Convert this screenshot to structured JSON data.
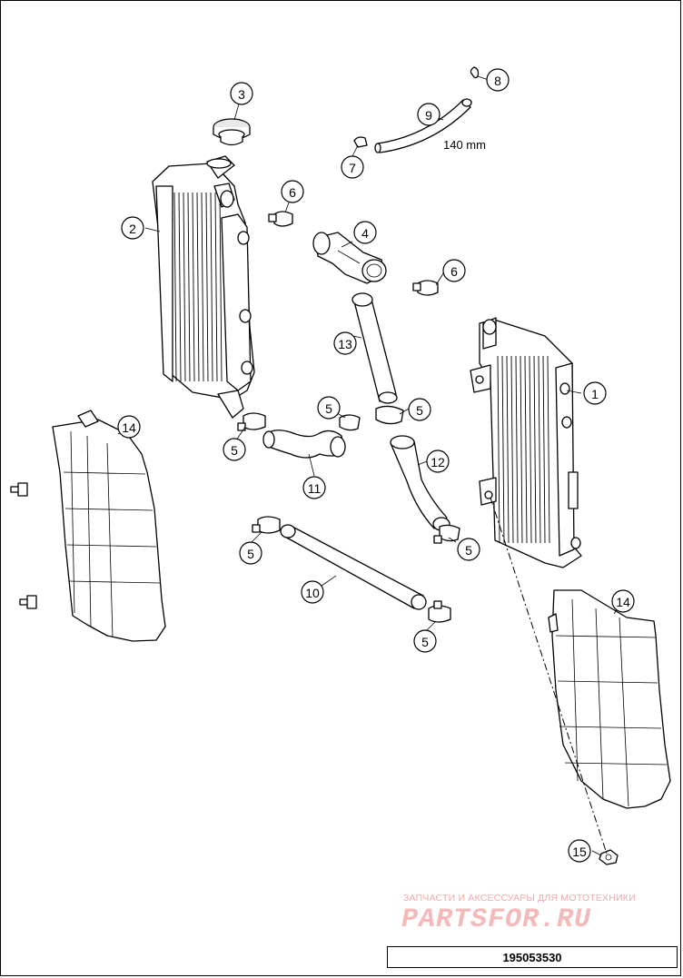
{
  "diagram": {
    "drawing_number": "195053530",
    "hose_length_label": "140 mm",
    "watermark": {
      "subtitle": "ЗАПЧАСТИ И АКСЕССУАРЫ ДЛЯ МОТОТЕХНИКИ",
      "logo": "PARTSFOR.RU"
    },
    "callouts": [
      {
        "id": "c1",
        "label": "1"
      },
      {
        "id": "c2",
        "label": "2"
      },
      {
        "id": "c3",
        "label": "3"
      },
      {
        "id": "c4",
        "label": "4"
      },
      {
        "id": "c5a",
        "label": "5"
      },
      {
        "id": "c5b",
        "label": "5"
      },
      {
        "id": "c5c",
        "label": "5"
      },
      {
        "id": "c5d",
        "label": "5"
      },
      {
        "id": "c5e",
        "label": "5"
      },
      {
        "id": "c5f",
        "label": "5"
      },
      {
        "id": "c6a",
        "label": "6"
      },
      {
        "id": "c6b",
        "label": "6"
      },
      {
        "id": "c7",
        "label": "7"
      },
      {
        "id": "c8",
        "label": "8"
      },
      {
        "id": "c9",
        "label": "9"
      },
      {
        "id": "c10",
        "label": "10"
      },
      {
        "id": "c11",
        "label": "11"
      },
      {
        "id": "c12",
        "label": "12"
      },
      {
        "id": "c13",
        "label": "13"
      },
      {
        "id": "c14a",
        "label": "14"
      },
      {
        "id": "c14b",
        "label": "14"
      },
      {
        "id": "c15",
        "label": "15"
      }
    ]
  }
}
